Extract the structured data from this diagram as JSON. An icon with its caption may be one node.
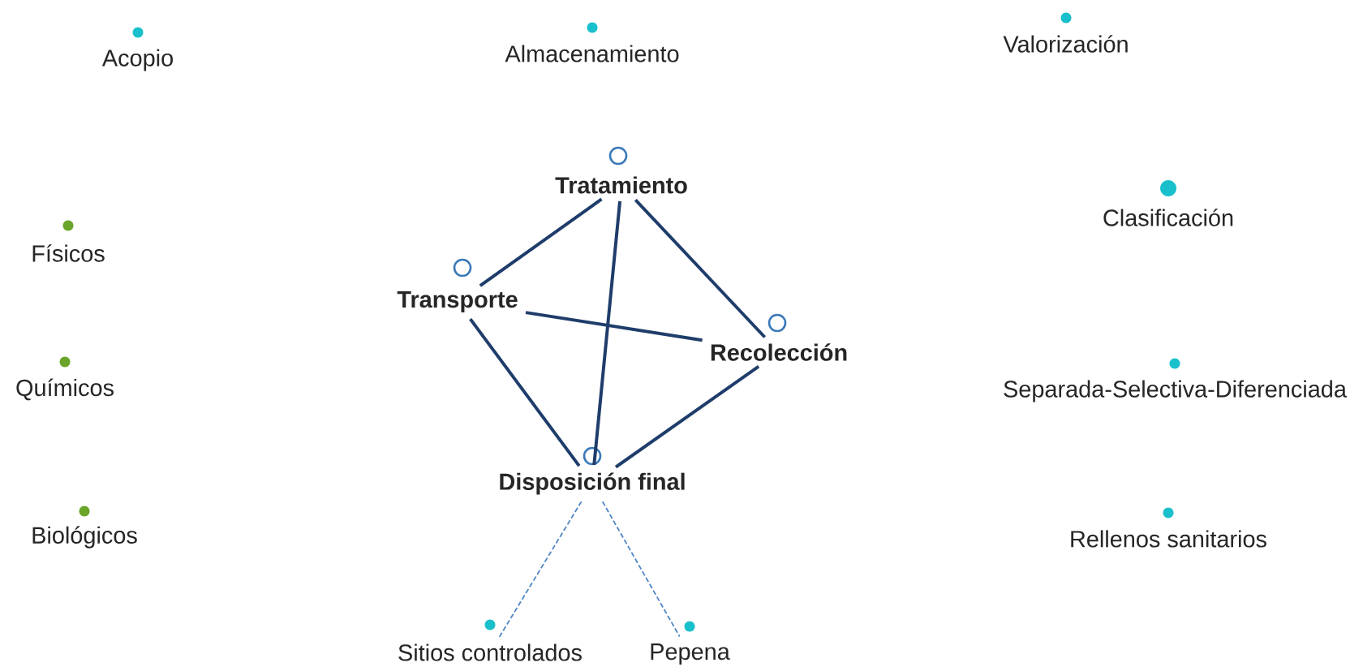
{
  "diagram": {
    "nodes": [
      {
        "text": [
          "Acopio"
        ]
      },
      {
        "text": [
          "Almacenamiento"
        ]
      },
      {
        "text": [
          "Valorización"
        ]
      },
      {
        "text": [
          "Tratamiento"
        ]
      },
      {
        "text": [
          "Físicos"
        ]
      },
      {
        "text": [
          "Clasificación"
        ]
      },
      {
        "text": [
          "Transporte"
        ]
      },
      {
        "text": [
          "Recolección"
        ]
      },
      {
        "text": [
          "Químicos"
        ]
      },
      {
        "text": [
          "Separada-Selectiva-Diferenciada"
        ]
      },
      {
        "text": [
          "Disposición final"
        ]
      },
      {
        "text": [
          "Biológicos"
        ]
      },
      {
        "text": [
          "Rellenos sanitarios"
        ]
      },
      {
        "text": [
          "Sitios controlados"
        ]
      },
      {
        "text": [
          "Pepena"
        ]
      }
    ],
    "edges": [
      {
        "from": 3,
        "to": 6,
        "arrow": "none"
      },
      {
        "from": 3,
        "to": 7,
        "arrow": "none"
      },
      {
        "from": 3,
        "to": 10,
        "arrow": "none"
      },
      {
        "from": 6,
        "to": 7,
        "arrow": "none"
      },
      {
        "from": 6,
        "to": 10,
        "arrow": "none"
      },
      {
        "from": 7,
        "to": 10,
        "arrow": "none"
      },
      {
        "from": 10,
        "to": 13,
        "arrow": "none",
        "style": "dashed",
        "color": "#4f86c6"
      },
      {
        "from": 10,
        "to": 14,
        "arrow": "none",
        "style": "dashed",
        "color": "#4f86c6"
      }
    ]
  }
}
